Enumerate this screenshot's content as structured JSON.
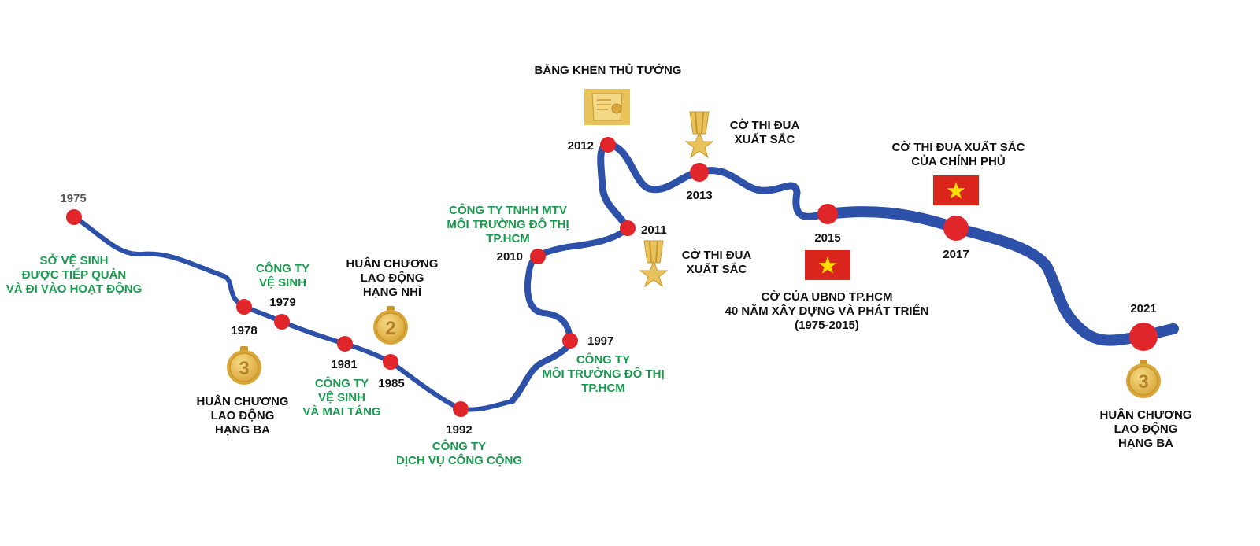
{
  "colors": {
    "river": "#2d50a8",
    "milestone": "#e0262b",
    "event_text": "#1a9a4f",
    "award_text": "#111111",
    "gold": "#e8c25a",
    "gold_dark": "#c9982c",
    "flag_red": "#da251d",
    "flag_star": "#ffde00"
  },
  "years": {
    "y1975": "1975",
    "y1978": "1978",
    "y1979": "1979",
    "y1981": "1981",
    "y1985": "1985",
    "y1992": "1992",
    "y1997": "1997",
    "y2010": "2010",
    "y2011": "2011",
    "y2012": "2012",
    "y2013": "2013",
    "y2015": "2015",
    "y2017": "2017",
    "y2021": "2021"
  },
  "events": {
    "e1975": [
      "SỞ VỆ SINH",
      "ĐƯỢC TIẾP QUẢN",
      "VÀ ĐI VÀO HOẠT ĐỘNG"
    ],
    "e1979": [
      "CÔNG TY",
      "VỆ SINH"
    ],
    "e1981": [
      "CÔNG TY",
      "VỆ SINH",
      "VÀ MAI TÁNG"
    ],
    "e1992": [
      "CÔNG TY",
      "DỊCH VỤ CÔNG CỘNG"
    ],
    "e1997": [
      "CÔNG TY",
      "MÔI TRƯỜNG ĐÔ THỊ",
      "TP.HCM"
    ],
    "e2010": [
      "CÔNG TY TNHH MTV",
      "MÔI TRƯỜNG ĐÔ THỊ",
      "TP.HCM"
    ]
  },
  "awards": {
    "a1978": [
      "HUÂN CHƯƠNG",
      "LAO ĐỘNG",
      "HẠNG BA"
    ],
    "a1985": [
      "HUÂN CHƯƠNG",
      "LAO ĐỘNG",
      "HẠNG NHÌ"
    ],
    "a2011": [
      "CỜ THI ĐUA",
      "XUẤT SẮC"
    ],
    "a2012": [
      "BẰNG KHEN THỦ TƯỚNG"
    ],
    "a2013": [
      "CỜ THI ĐUA",
      "XUẤT SẮC"
    ],
    "a2015": [
      "CỜ CỦA UBND TP.HCM",
      "40 NĂM XÂY DỰNG VÀ PHÁT TRIỂN",
      "(1975-2015)"
    ],
    "a2017": [
      "CỜ THI ĐUA XUẤT SẮC",
      "CỦA CHÍNH PHỦ"
    ],
    "a2021": [
      "HUÂN CHƯƠNG",
      "LAO ĐỘNG",
      "HẠNG BA"
    ]
  },
  "medals": {
    "m1978": "3",
    "m1985": "2",
    "m2021": "3"
  },
  "icons": {
    "medal": "round-gold-medal-icon",
    "star_medal": "star-medal-icon",
    "certificate": "certificate-icon",
    "flag": "vietnam-flag-icon"
  }
}
